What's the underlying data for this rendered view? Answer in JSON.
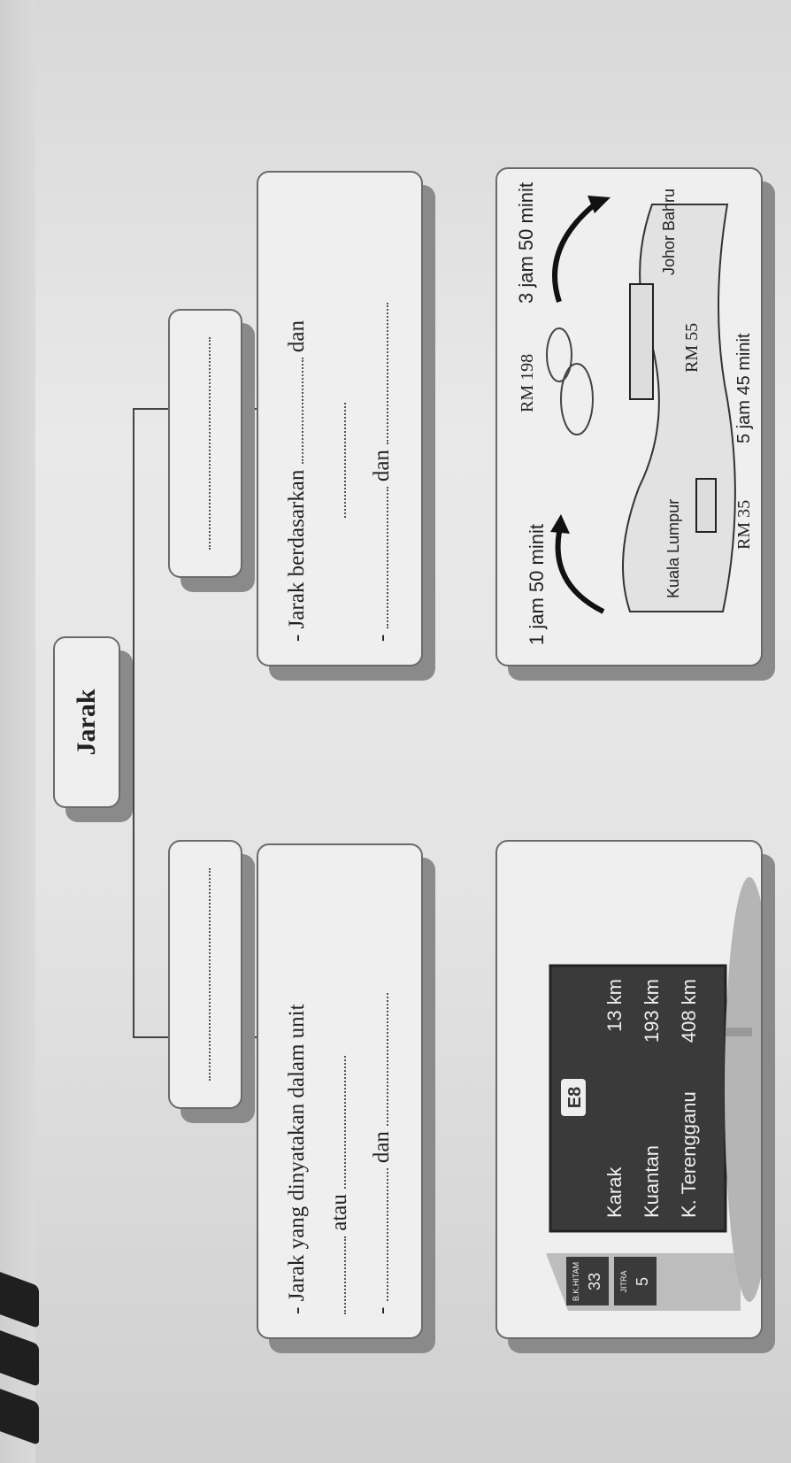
{
  "main": {
    "title": "Jarak"
  },
  "left_panel": {
    "line1": "- Jarak yang dinyatakan dalam unit",
    "line2_word": "atau",
    "line3_dash": "-",
    "line3_word": "dan"
  },
  "right_panel": {
    "line1": "- Jarak berdasarkan",
    "line1_word": "dan",
    "line3_dash": "-",
    "line3_word": "dan"
  },
  "road_sign": {
    "panel_left_top": "B.K.HITAM",
    "panel_left_top_value": "33",
    "panel_left_bottom": "JITRA",
    "panel_left_bottom_value": "5",
    "route_badge": "E8",
    "rows": [
      {
        "place": "Karak",
        "distance": "13 km"
      },
      {
        "place": "Kuantan",
        "distance": "193 km"
      },
      {
        "place": "K. Terengganu",
        "distance": "408 km"
      }
    ]
  },
  "travel_map": {
    "left_time": "1 jam 50 minit",
    "right_time": "3 jam 50 minit",
    "origin": "Kuala Lumpur",
    "destination": "Johor Bahru",
    "plane_fare": "RM 198",
    "train_fare": "RM 55",
    "bus_fare": "RM 35",
    "bus_time": "5 jam 45 minit"
  },
  "colors": {
    "sign_green": "#3a3a3a",
    "paper": "#e9e9e9",
    "shadow": "#8a8a8a"
  }
}
